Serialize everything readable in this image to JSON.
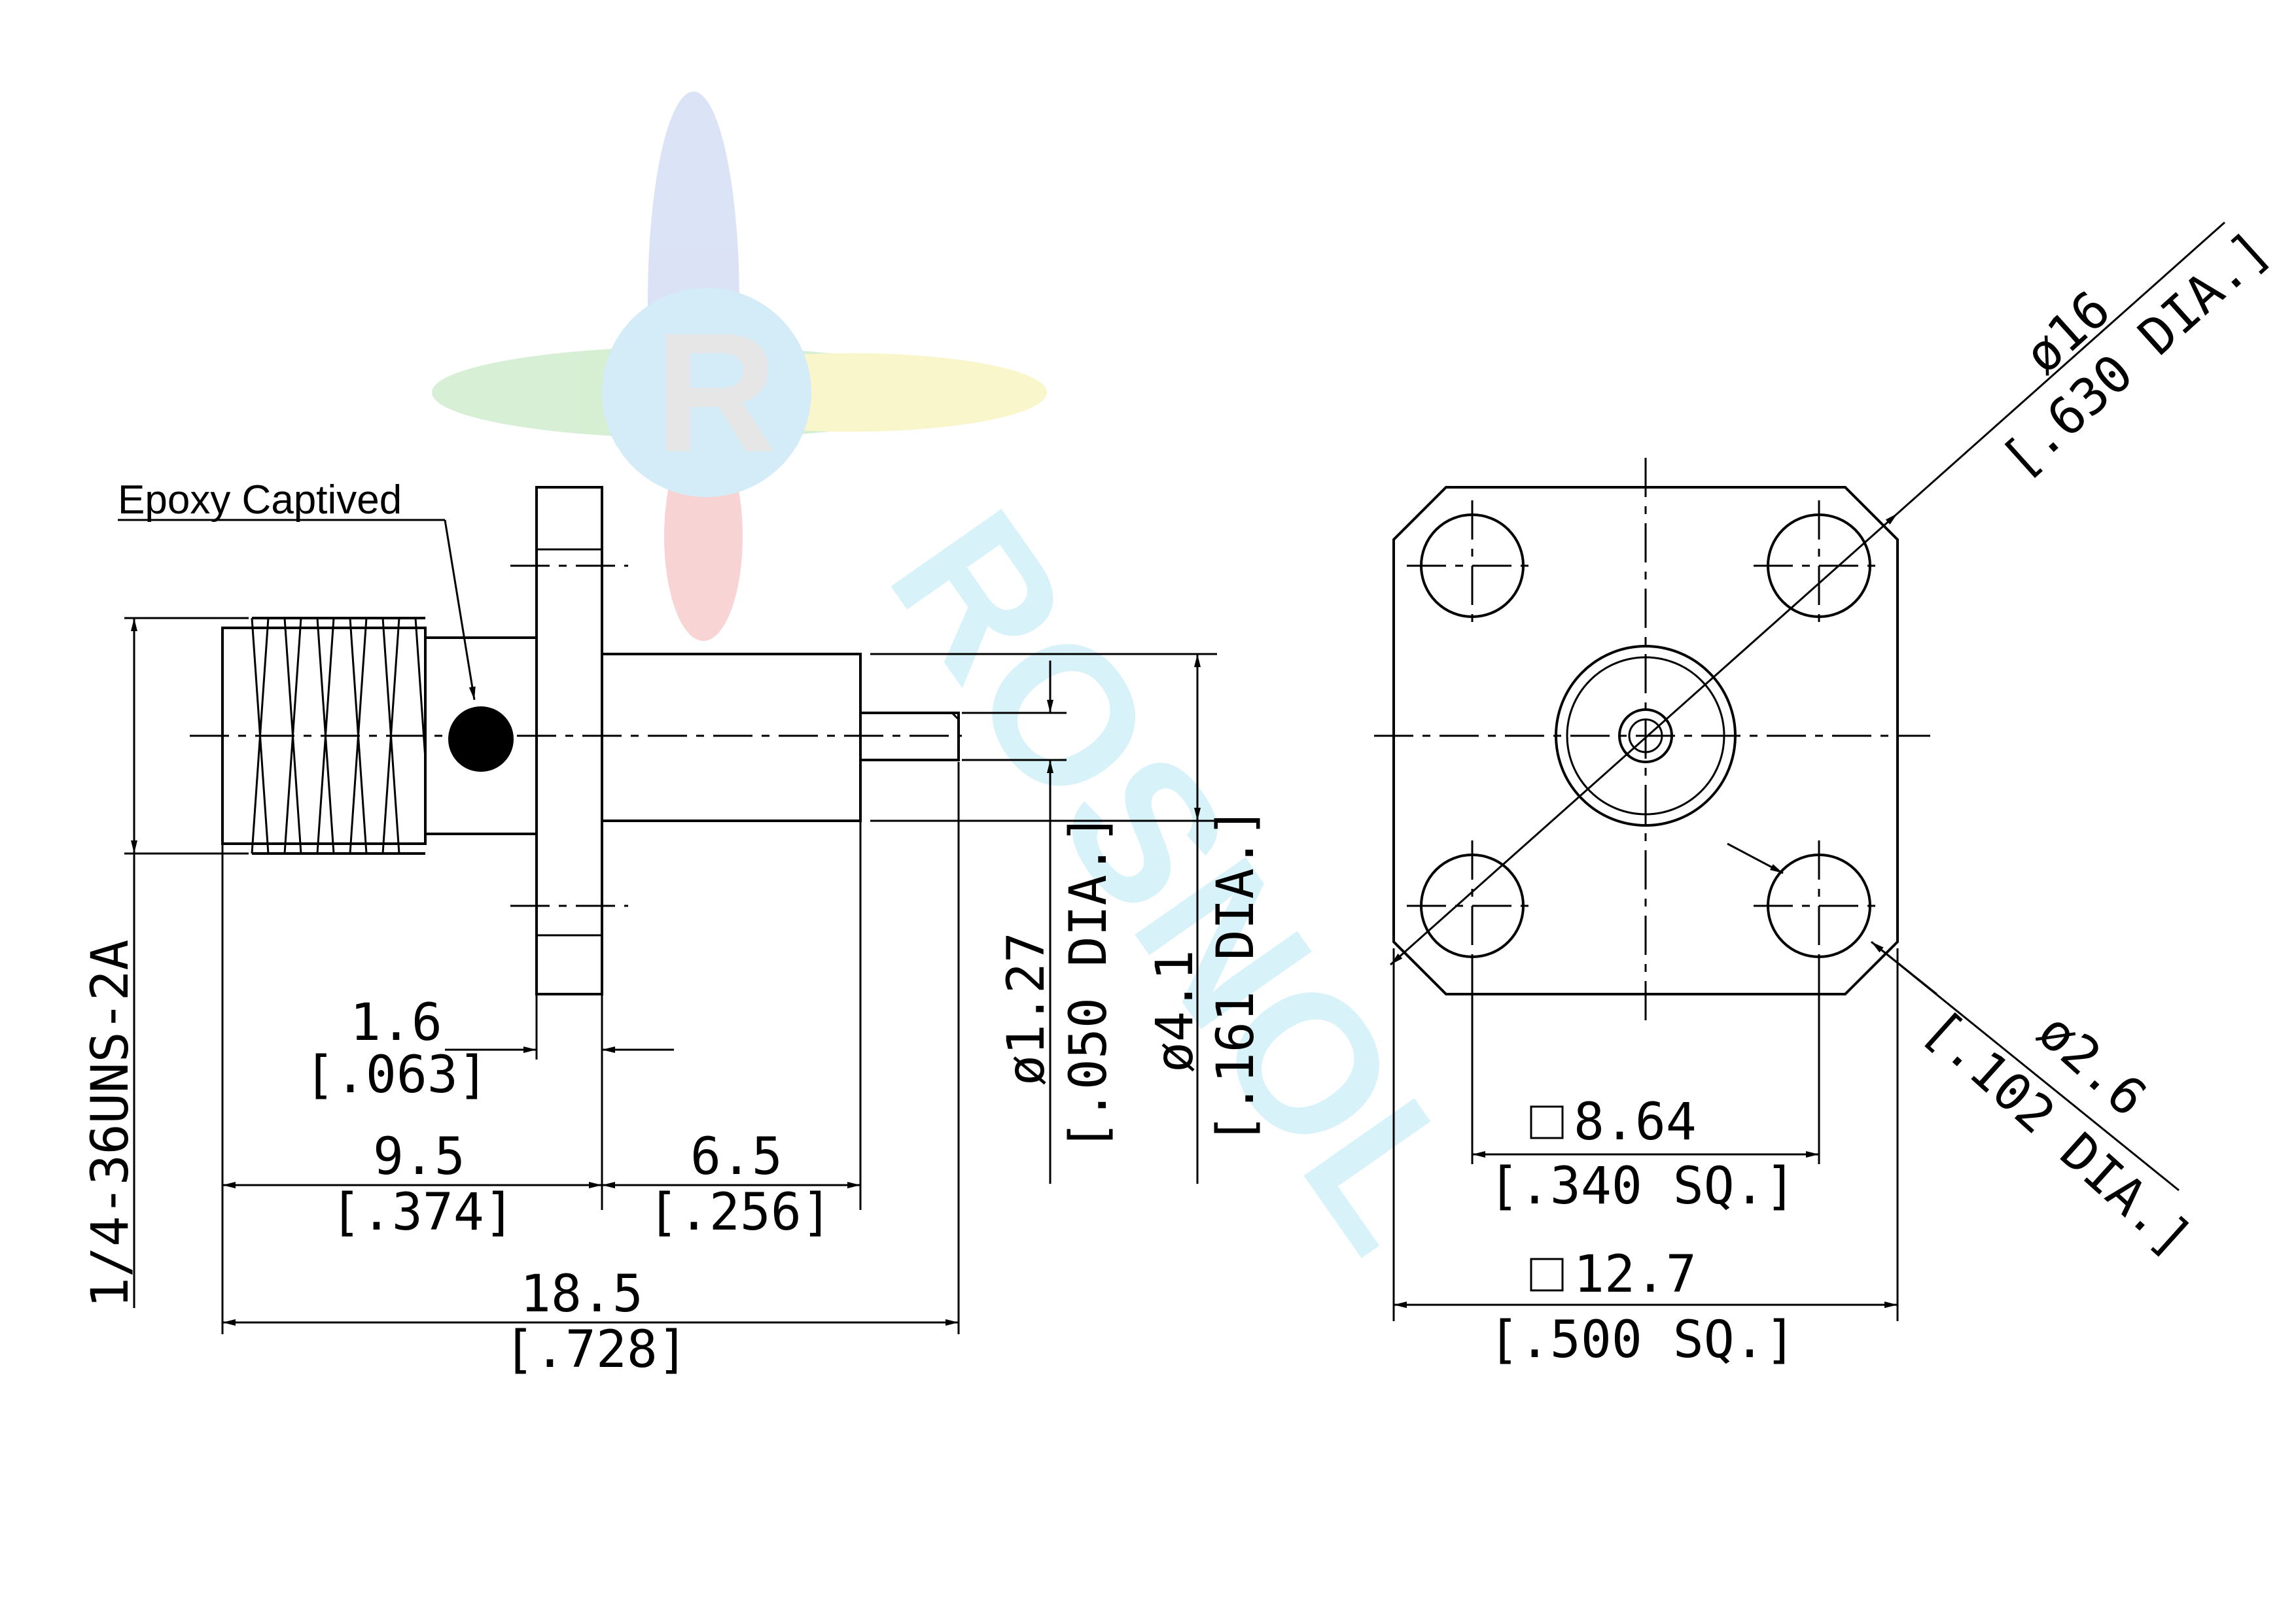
{
  "notes": {
    "epoxy": "Epoxy Captived",
    "thread": "1/4-36UNS-2A"
  },
  "dims_side": {
    "d_1_6": "1.6",
    "d_1_6_in": "[.063]",
    "d_9_5": "9.5",
    "d_9_5_in": "[.374]",
    "d_6_5": "6.5",
    "d_6_5_in": "[.256]",
    "d_18_5": "18.5",
    "d_18_5_in": "[.728]",
    "d_pin": "ø1.27",
    "d_pin_in": "[.050 DIA.]",
    "d_body": "ø4.1",
    "d_body_in": "[.161 DIA.]"
  },
  "dims_front": {
    "d_16": "ø16",
    "d_16_in": "[.630 DIA.]",
    "d_2_6": "ø2.6",
    "d_2_6_in": "[.102 DIA.]",
    "sq_8_64": "8.64",
    "sq_8_64_in": "[.340 SQ.]",
    "sq_12_7": "12.7",
    "sq_12_7_in": "[.500 SQ.]"
  },
  "watermark": {
    "logo_letter": "R",
    "brand": "ROSNOL",
    "colors": {
      "blue": "#6a8ad0",
      "red": "#e05a5a",
      "green": "#6cc26a",
      "yellow": "#f2e15a",
      "cyan": "#7fd6ee"
    }
  }
}
